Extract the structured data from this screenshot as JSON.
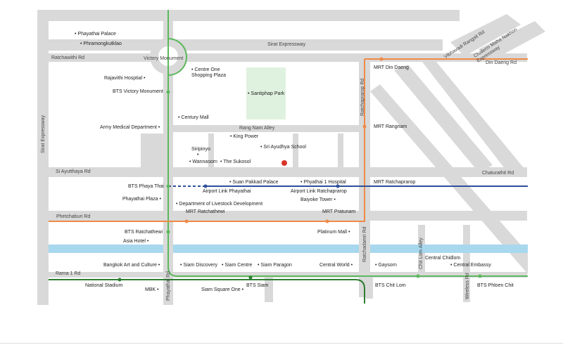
{
  "roads": {
    "sirat_expressway_top": "Sirat Expressway",
    "sirat_expressway_left": "Sirat Expressway",
    "ratchawithi": "Ratchawithi Rd",
    "victory_monument": "Victory Monument",
    "rang_nam": "Rang Nam Alley",
    "si_ayutthaya": "Si Ayutthaya Rd",
    "chaturathit": "Chaturathit Rd",
    "phetchaburi": "Phetchaburi Rd",
    "rama1": "Rama 1 Rd",
    "din_daeng": "Din Daeng Rd",
    "vibhavadi": "Vibhavadi Rangsit Rd",
    "chalerm": "Chalerm Maha Nakhon Expressway",
    "ratchaprarop": "Ratchaprarop Rd",
    "ratchadamri": "Ratchadamri Rd",
    "phayathai": "Phayathai Rd",
    "chit_lom_alley": "Chit Lom Alley",
    "wireless": "Wireless Rd"
  },
  "places": {
    "phayathai_palace": "Phayathai Palace",
    "phramongkutklao": "Phramongkutklao",
    "rajavithi": "Rajavithi Hosptial",
    "centre_one": "Centre One\nShopping Plaza",
    "santiphap": "Santiphap Park",
    "century": "Century Mall",
    "army": "Army Medical Department",
    "king_power": "King Power",
    "siripinyo": "Siripinyo",
    "sri_ayudhya": "Sri Ayudhya School",
    "wannasorn": "Wannasorn",
    "sukosol": "The Sukosol",
    "suan_pakkad": "Suan Pakkad Palace",
    "phyathai1": "Phyathai 1 Hospital",
    "phayathai_plaza": "Phayathai Plaza",
    "livestock": "Department of Livestock Development",
    "baiyoke": "Baiyoke Tower",
    "asia_hotel": "Asia Hotel",
    "platinum": "Platinum Mall",
    "central_chidlom": "Central Chidlom",
    "bacc": "Bangkok Art and Culture",
    "siam_discovery": "Siam Discovery",
    "siam_centre": "Siam Centre",
    "siam_paragon": "Siam Paragon",
    "central_world": "Central World",
    "gaysorn": "Gaysorn",
    "central_embassy": "Central Embassy",
    "national_stadium": "National Stadium",
    "mbk": "MBK",
    "siam_square_one": "Siam Square One"
  },
  "stations": {
    "bts_victory": "BTS Victory Monument",
    "bts_phaya_thai": "BTS Phaya Thai",
    "al_phayathai": "Airport Link Phayathai",
    "al_ratchaprarop": "Airport Link Ratchaprarop",
    "mrt_ratchaprarop": "MRT Ratchaprarop",
    "mrt_din_daeng": "MRT Din Daeng",
    "mrt_rangnam": "MRT Rangnam",
    "mrt_ratchathewi": "MRT Ratchathewi",
    "mrt_pratunam": "MRT Pratunam",
    "bts_ratchathewi": "BTS Ratchathewi",
    "bts_siam": "BTS Siam",
    "bts_chit_lom": "BTS Chit Lom",
    "bts_phloen_chit": "BTS Phloen Chit"
  },
  "colors": {
    "road": "#d9d9d9",
    "water": "#a8d8ee",
    "park": "#dff2df",
    "bts_green": "#5cb85c",
    "bts_dark": "#2e7d32",
    "mrt_orange": "#ef8a47",
    "airport_blue": "#2f4f9a",
    "hotel_red": "#d9342b"
  },
  "hotel_marker_icon": "hotel-location-dot"
}
